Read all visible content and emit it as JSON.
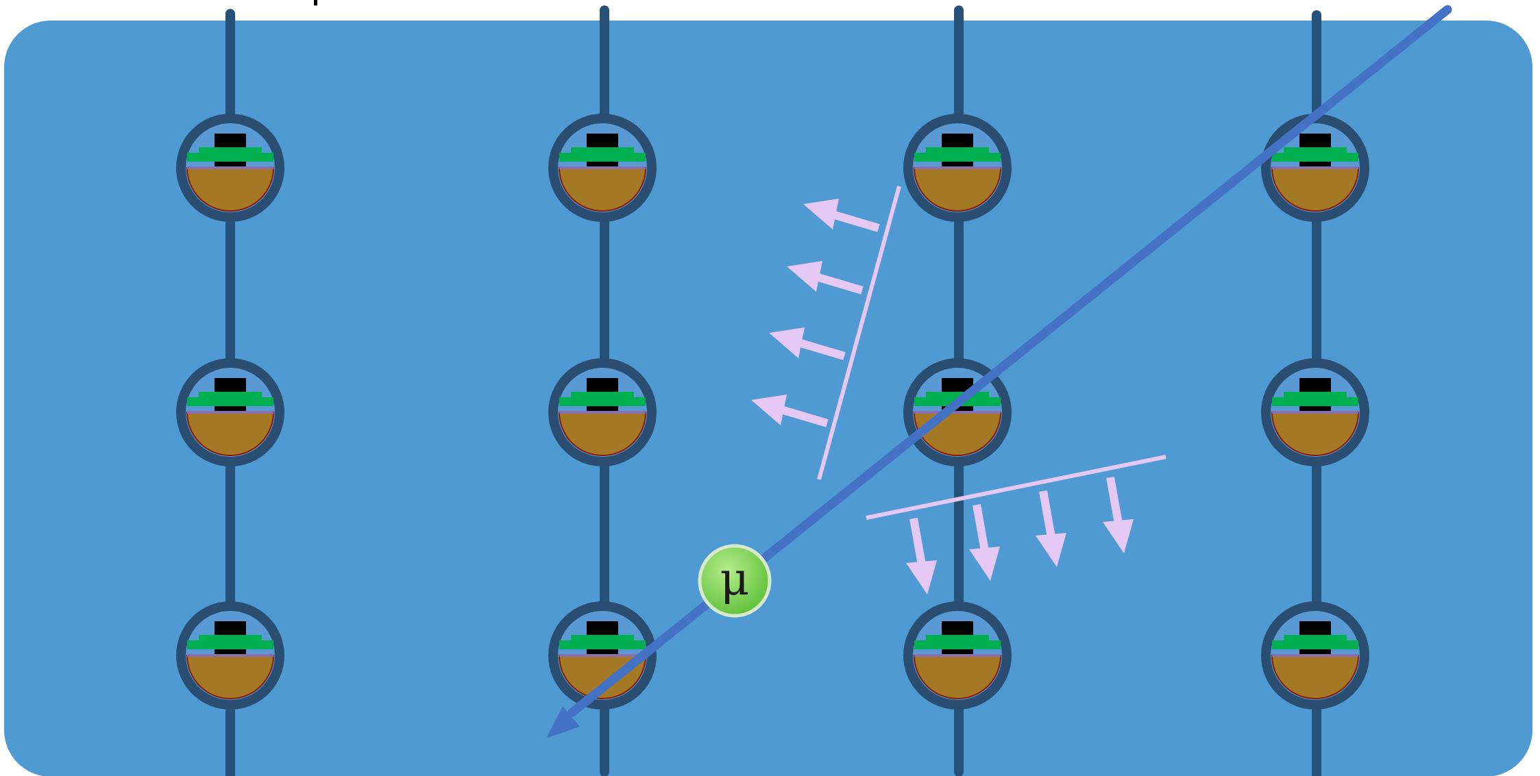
{
  "diagram": {
    "particle_label": "μ",
    "detector_columns": 4,
    "modules_per_column": 3,
    "colors": {
      "medium": "#4f9ad2",
      "string_cable": "#26527a",
      "module_ring": "#2a4e72",
      "module_glass": "#5a9ad4",
      "pmt_base": "#a47825",
      "pmt_outline": "#8a1a0a",
      "electronics": "#00b050",
      "connector": "#000000",
      "muon_track": "#4472c4",
      "cherenkov_light": "#e6c8f4",
      "muon_badge": "#6cc64a"
    }
  }
}
